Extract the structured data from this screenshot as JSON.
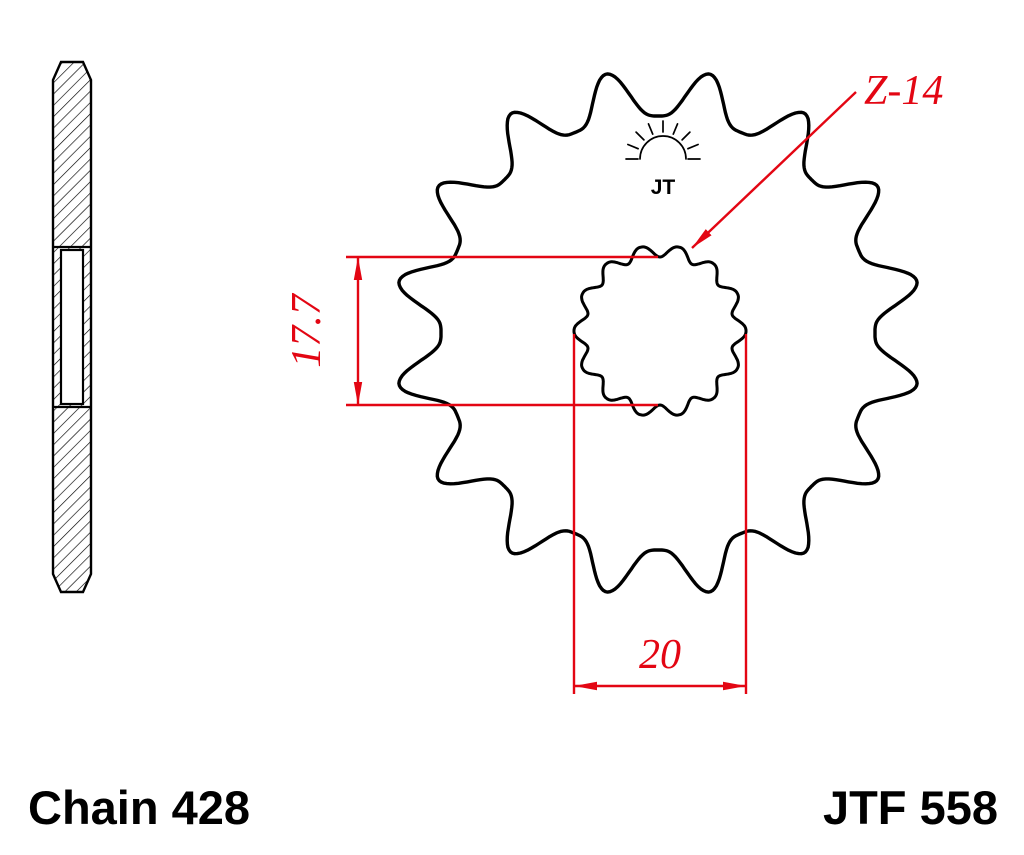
{
  "drawing": {
    "dimensions": {
      "bore_diameter": "17.7",
      "spline_width": "20",
      "spline_count_label": "Z-14"
    },
    "labels": {
      "chain": "Chain 428",
      "part_number": "JTF 558"
    },
    "logo_text": "JT",
    "sprocket": {
      "teeth": 16,
      "spline_teeth": 14
    },
    "colors": {
      "dimension": "#e30613",
      "ink": "#000000",
      "background": "#ffffff"
    }
  }
}
